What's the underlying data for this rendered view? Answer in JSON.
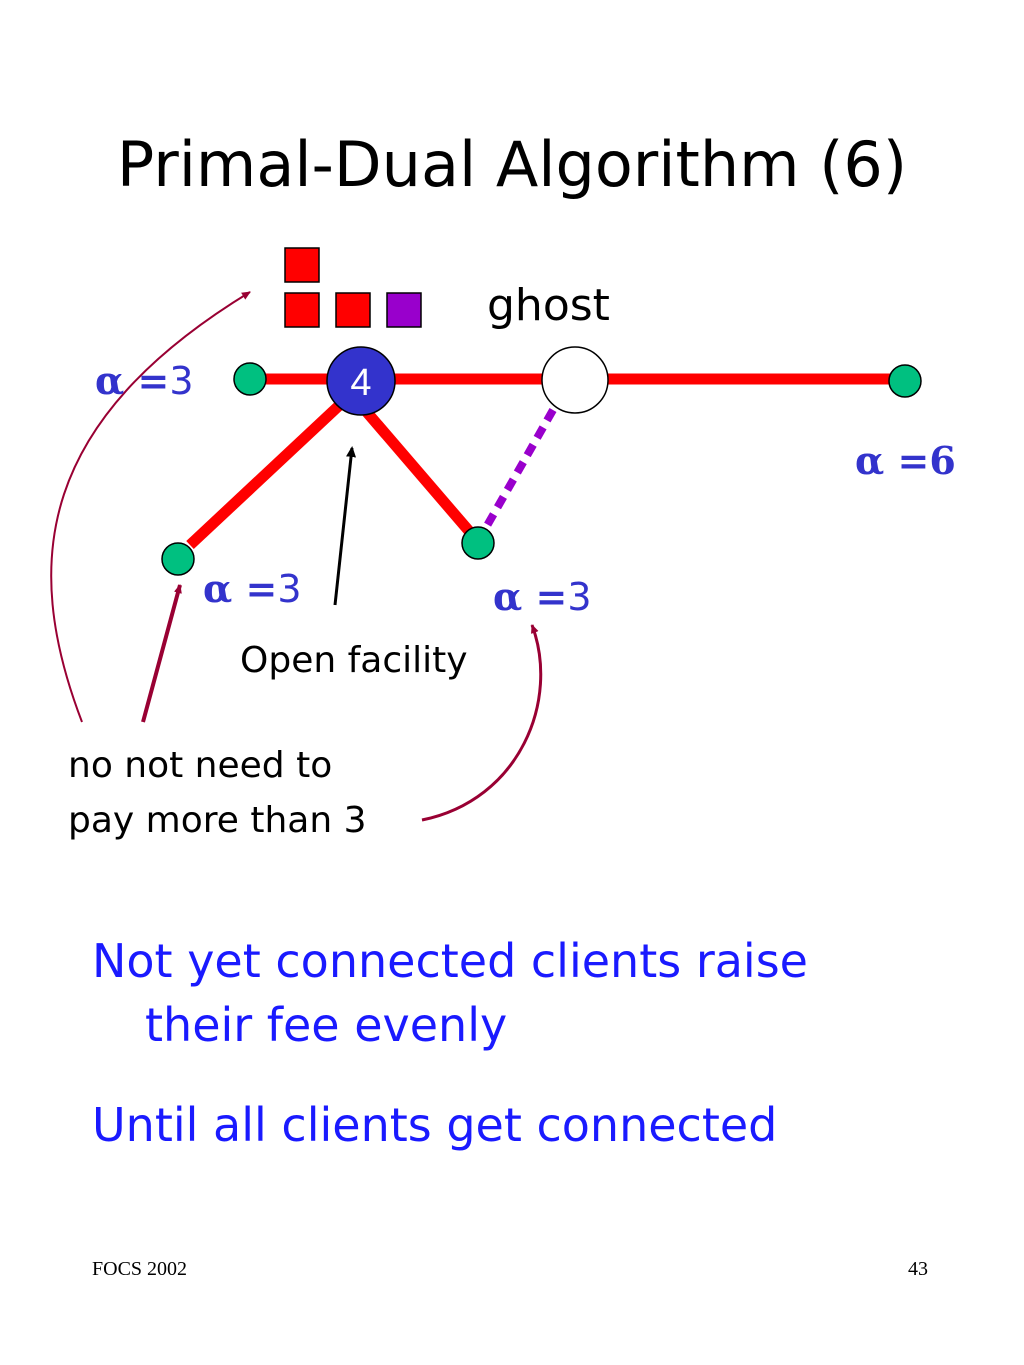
{
  "slide": {
    "title": "Primal-Dual Algorithm (6)",
    "labels": {
      "ghost": "ghost",
      "open_facility": "Open facility",
      "note_line1": "no not need to",
      "note_line2": "pay more than 3",
      "facility_cost": "4"
    },
    "alphas": [
      {
        "symbol": "α",
        "eq": " =",
        "value": "3"
      },
      {
        "symbol": "α",
        "eq": " =",
        "value": "6"
      },
      {
        "symbol": "α",
        "eq": " =",
        "value": "3"
      },
      {
        "symbol": "α",
        "eq": " =",
        "value": "3"
      }
    ],
    "bullets": [
      {
        "line1": "Not yet connected clients raise",
        "line2": "their fee evenly"
      },
      {
        "line1": "Until all clients get connected"
      }
    ],
    "footer": {
      "left": "FOCS 2002",
      "right": "43"
    }
  },
  "colors": {
    "edge": "#ff0000",
    "client": "#00c080",
    "facility": "#3333cc",
    "purple": "#9900cc",
    "arrow": "#990033",
    "blue_text": "#1a1aff"
  }
}
